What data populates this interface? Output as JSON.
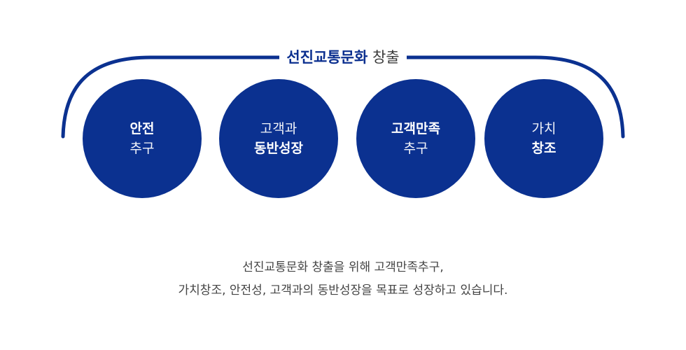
{
  "header": {
    "title_bold": "선진교통문화",
    "title_light": "창출"
  },
  "circles": [
    {
      "line1": "안전",
      "line2": "추구"
    },
    {
      "line1": "고객과",
      "line2": "동반성장"
    },
    {
      "line1": "고객만족",
      "line2": "추구"
    },
    {
      "line1": "가치",
      "line2": "창조"
    }
  ],
  "description": {
    "line1": "선진교통문화 창출을 위해 고객만족추구,",
    "line2": "가치창조, 안전성, 고객과의 동반성장을 목표로 성장하고 있습니다."
  },
  "colors": {
    "brand_navy": "#0b3190",
    "text_gray": "#444444"
  }
}
